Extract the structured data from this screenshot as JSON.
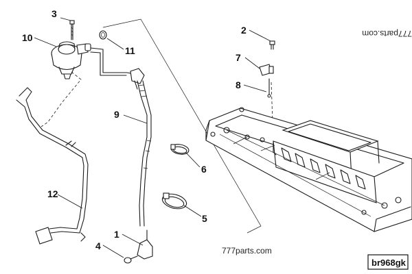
{
  "callouts": {
    "c1": "1",
    "c2": "2",
    "c3": "3",
    "c4": "4",
    "c5": "5",
    "c6": "6",
    "c7": "7",
    "c8": "8",
    "c9": "9",
    "c10": "10",
    "c11": "11",
    "c12": "12"
  },
  "watermarks": {
    "bottom": "777parts.com",
    "top_mirrored": "777parts.com"
  },
  "badge": "br968gk"
}
